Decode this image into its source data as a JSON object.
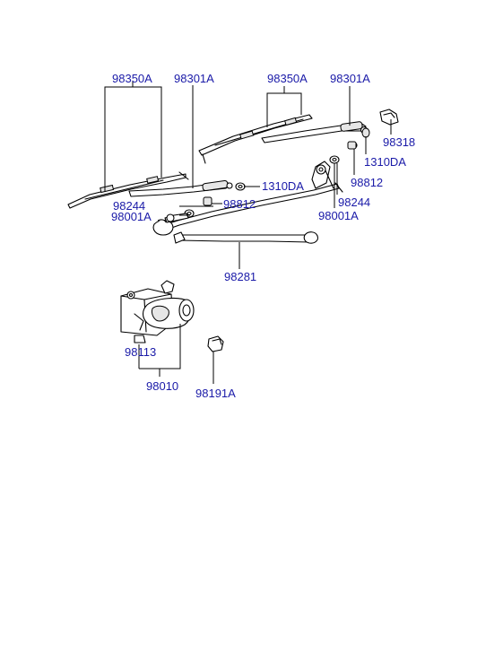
{
  "labels": {
    "blade_left": "98350A",
    "arm_left": "98301A",
    "blade_right": "98350A",
    "arm_right": "98301A",
    "cap": "98318",
    "nut_right": "1310DA",
    "bush_right": "98812",
    "washer_right": "98244",
    "pivot_right": "98001A",
    "nut_left": "1310DA",
    "bush_left": "98812",
    "washer_left": "98244",
    "pivot_left": "98001A",
    "linkage": "98281",
    "motor_bracket": "98113",
    "motor_assy": "98010",
    "connector": "98191A"
  }
}
